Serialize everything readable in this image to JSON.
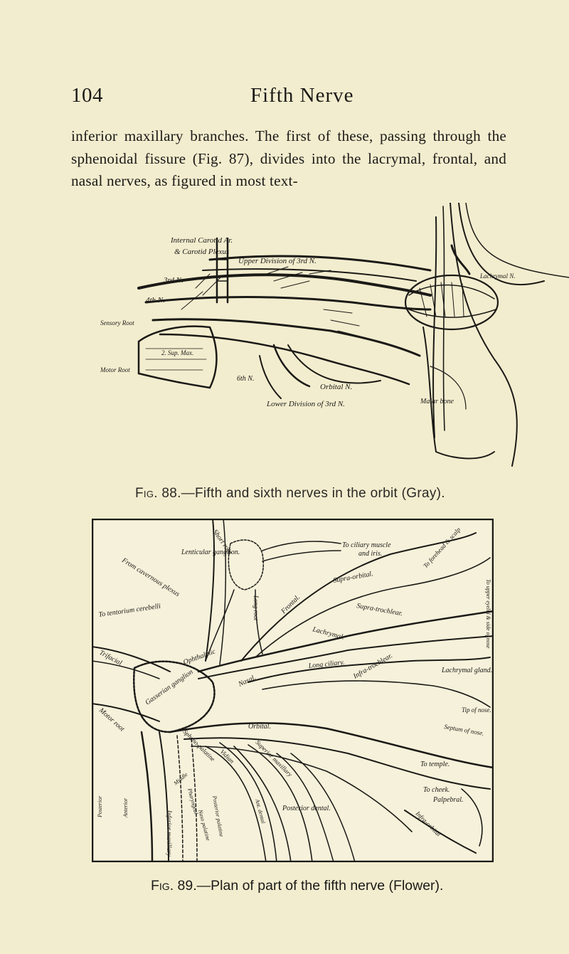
{
  "header": {
    "page_number": "104",
    "running_title": "Fifth Nerve"
  },
  "body": {
    "paragraph": "inferior maxillary branches. The first of these, passing through the sphenoidal fissure (Fig. 87), divides into the lacrymal, frontal, and nasal nerves, as figured in most text-"
  },
  "figure_88": {
    "caption_label": "Fig. 88.",
    "caption_text": "—Fifth and sixth nerves in the orbit (Gray).",
    "labels": {
      "internal_carotid": "Internal Carotid Ar.",
      "carotid_plexus": "& Carotid Plexus",
      "upper_division": "Upper Division of 3rd N.",
      "third_n": "3rd N.",
      "fourth_n": "4th N.",
      "sensory_root": "Sensory Root",
      "motor_root": "Motor Root",
      "sup_max": "2. Sup. Max.",
      "sixth_n": "6th N.",
      "orbital_n": "Orbital N.",
      "lower_division": "Lower Division of 3rd N.",
      "malar_bone": "Malar bone",
      "lachrymal": "Lachrymal N."
    }
  },
  "figure_89": {
    "caption_label": "Fig. 89.",
    "caption_text": "—Plan of part of the fifth nerve (Flower).",
    "labels": {
      "short_root": "Short root",
      "from_cavernous_plexus": "From cavernous plexus",
      "lenticular_ganglion": "Lenticular ganglion.",
      "to_ciliary_muscle": "To ciliary muscle",
      "and_iris": "and iris.",
      "to_forehead_scalp": "To forehead & scalp",
      "supra_orbital": "Supra-orbital.",
      "to_tentorium_cerebelli": "To tentorium cerebelli",
      "long_root": "Long root",
      "frontal": "Frontal.",
      "supra_trochlear": "Supra-trochlear.",
      "to_upper_eyelid": "To upper eyelid & side of nose",
      "lachrymal": "Lachrymal.",
      "tri_facial": "Trifacial",
      "ophthalmic": "Ophthalmic",
      "gasserian_ganglion": "Gasserian ganglion",
      "long_ciliary": "Long ciliary.",
      "infra_trochlear": "Infra-trochlear.",
      "lachrymal_gland": "Lachrymal gland.",
      "nasal": "Nasal.",
      "motor_root": "Motor root",
      "orbital": "Orbital.",
      "tip_of_nose": "Tip of nose.",
      "septum_of_nose": "Septum of nose.",
      "spheno_palatine": "Spheno-palatine",
      "vidian": "Vidian",
      "superior_maxillary": "Superior maxillary",
      "to_temple": "To temple.",
      "anterior": "Anterior",
      "posterior": "Posterior",
      "middle": "Middle",
      "to_cheek": "To cheek.",
      "palpebral": "Palpebral.",
      "inferior_maxillary": "Inferior maxillary",
      "naso_palatine": "Naso palatine",
      "pharyngeal": "Pharyngeal",
      "posterior_palatine": "Posterior palatine",
      "posterior_dental": "Posterior dental.",
      "ant_dental": "Ant. dental",
      "infra_orbital": "Infra-orbital"
    }
  }
}
